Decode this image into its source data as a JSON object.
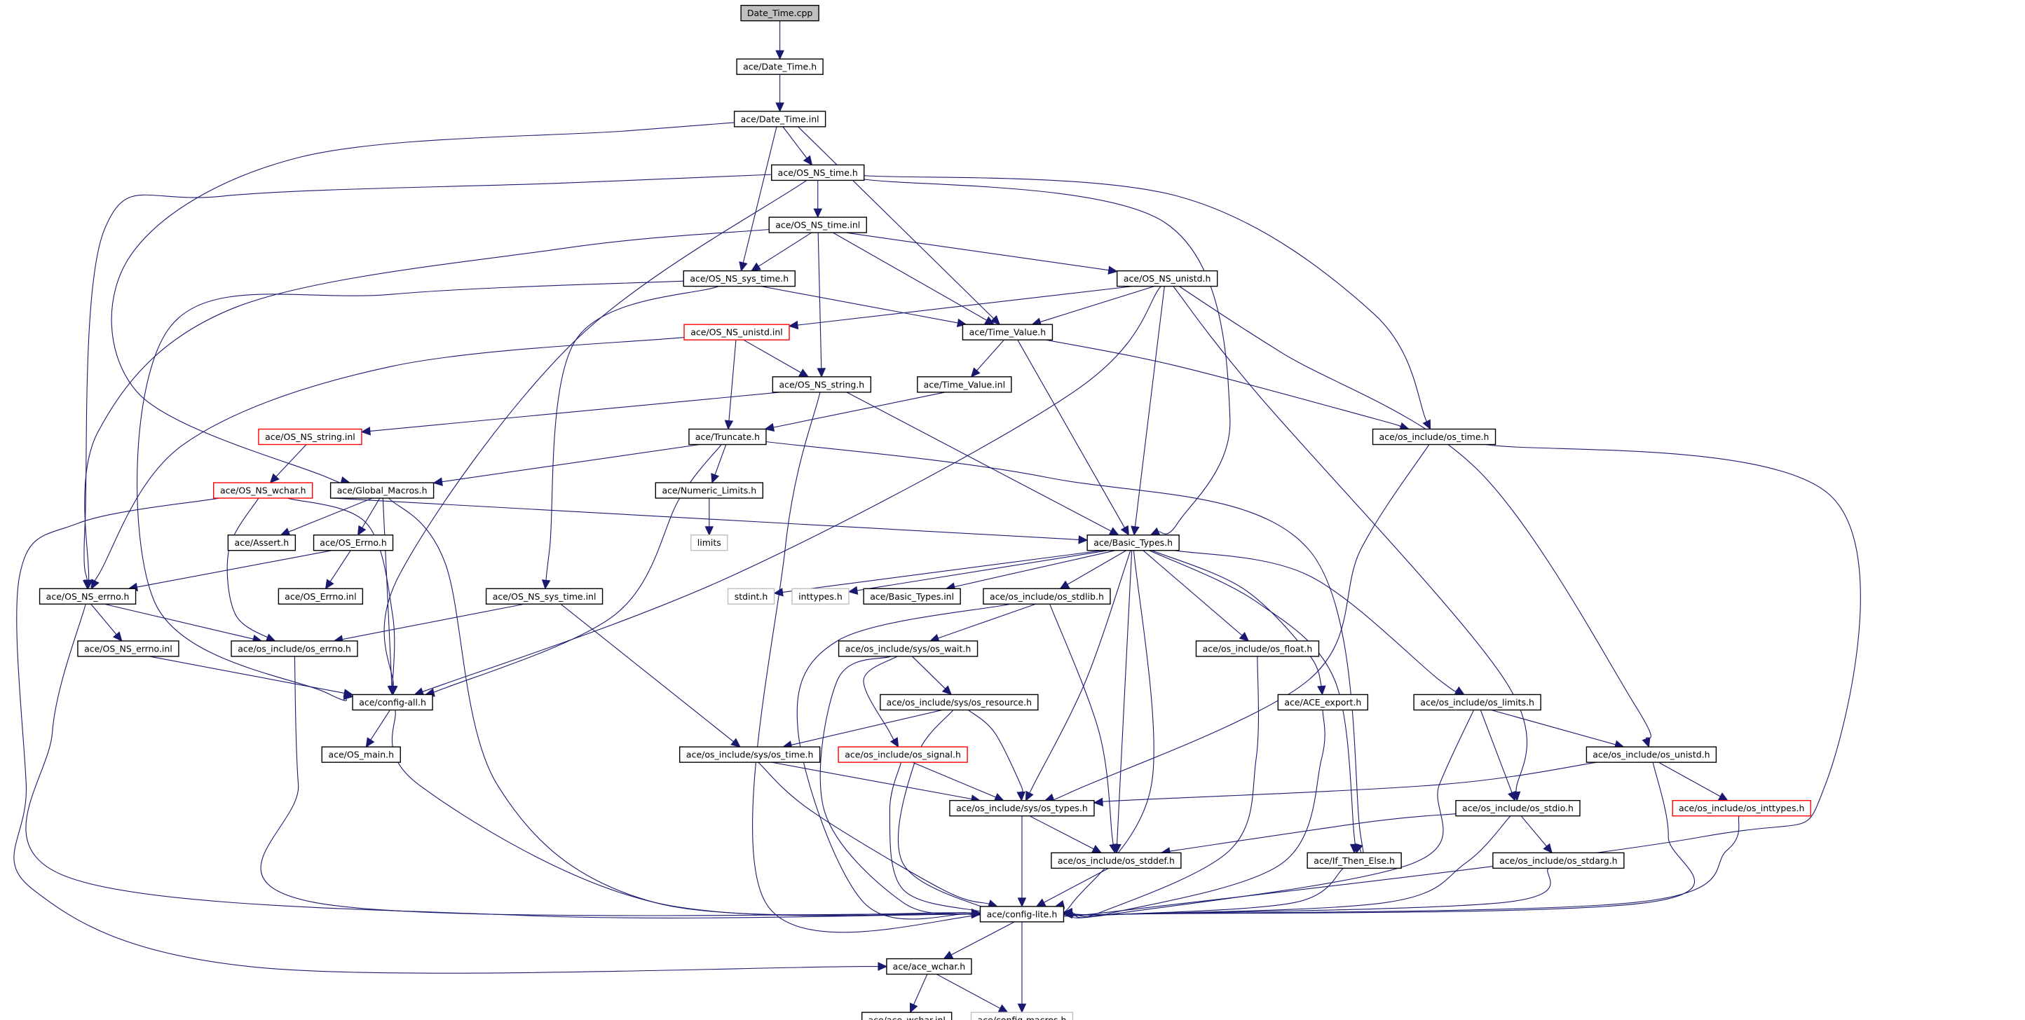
{
  "colors": {
    "edge": "#191970",
    "node_border": "#000000",
    "node_border_incomplete": "#ff0000",
    "node_border_external": "#bfbfbf",
    "root_fill": "#bfbfbf",
    "node_fill": "#ffffff"
  },
  "nodes": [
    {
      "id": "date_time_cpp",
      "label": "Date_Time.cpp",
      "kind": "root"
    },
    {
      "id": "date_time_h",
      "label": "ace/Date_Time.h",
      "kind": "normal"
    },
    {
      "id": "date_time_inl",
      "label": "ace/Date_Time.inl",
      "kind": "normal"
    },
    {
      "id": "os_ns_time_h",
      "label": "ace/OS_NS_time.h",
      "kind": "normal"
    },
    {
      "id": "os_ns_time_inl",
      "label": "ace/OS_NS_time.inl",
      "kind": "normal"
    },
    {
      "id": "os_ns_sys_time_h",
      "label": "ace/OS_NS_sys_time.h",
      "kind": "normal"
    },
    {
      "id": "os_ns_unistd_h",
      "label": "ace/OS_NS_unistd.h",
      "kind": "normal"
    },
    {
      "id": "os_ns_unistd_inl",
      "label": "ace/OS_NS_unistd.inl",
      "kind": "incomplete"
    },
    {
      "id": "time_value_h",
      "label": "ace/Time_Value.h",
      "kind": "normal"
    },
    {
      "id": "os_ns_string_h",
      "label": "ace/OS_NS_string.h",
      "kind": "normal"
    },
    {
      "id": "time_value_inl",
      "label": "ace/Time_Value.inl",
      "kind": "normal"
    },
    {
      "id": "os_ns_string_inl",
      "label": "ace/OS_NS_string.inl",
      "kind": "incomplete"
    },
    {
      "id": "truncate_h",
      "label": "ace/Truncate.h",
      "kind": "normal"
    },
    {
      "id": "os_include_os_time_h",
      "label": "ace/os_include/os_time.h",
      "kind": "normal"
    },
    {
      "id": "os_ns_wchar_h",
      "label": "ace/OS_NS_wchar.h",
      "kind": "incomplete"
    },
    {
      "id": "global_macros_h",
      "label": "ace/Global_Macros.h",
      "kind": "normal"
    },
    {
      "id": "numeric_limits_h",
      "label": "ace/Numeric_Limits.h",
      "kind": "normal"
    },
    {
      "id": "limits",
      "label": "limits",
      "kind": "external"
    },
    {
      "id": "assert_h",
      "label": "ace/Assert.h",
      "kind": "normal"
    },
    {
      "id": "os_errno_h",
      "label": "ace/OS_Errno.h",
      "kind": "normal"
    },
    {
      "id": "basic_types_h",
      "label": "ace/Basic_Types.h",
      "kind": "normal"
    },
    {
      "id": "os_ns_errno_h",
      "label": "ace/OS_NS_errno.h",
      "kind": "normal"
    },
    {
      "id": "os_errno_inl",
      "label": "ace/OS_Errno.inl",
      "kind": "normal"
    },
    {
      "id": "os_ns_sys_time_inl",
      "label": "ace/OS_NS_sys_time.inl",
      "kind": "normal"
    },
    {
      "id": "stdint_h",
      "label": "stdint.h",
      "kind": "external"
    },
    {
      "id": "inttypes_h",
      "label": "inttypes.h",
      "kind": "external"
    },
    {
      "id": "basic_types_inl",
      "label": "ace/Basic_Types.inl",
      "kind": "normal"
    },
    {
      "id": "os_stdlib_h",
      "label": "ace/os_include/os_stdlib.h",
      "kind": "normal"
    },
    {
      "id": "os_ns_errno_inl",
      "label": "ace/OS_NS_errno.inl",
      "kind": "normal"
    },
    {
      "id": "os_errno_inc_h",
      "label": "ace/os_include/os_errno.h",
      "kind": "normal"
    },
    {
      "id": "sys_os_wait_h",
      "label": "ace/os_include/sys/os_wait.h",
      "kind": "normal"
    },
    {
      "id": "os_float_h",
      "label": "ace/os_include/os_float.h",
      "kind": "normal"
    },
    {
      "id": "config_all_h",
      "label": "ace/config-all.h",
      "kind": "normal"
    },
    {
      "id": "sys_os_resource_h",
      "label": "ace/os_include/sys/os_resource.h",
      "kind": "normal"
    },
    {
      "id": "ace_export_h",
      "label": "ace/ACE_export.h",
      "kind": "normal"
    },
    {
      "id": "os_limits_h",
      "label": "ace/os_include/os_limits.h",
      "kind": "normal"
    },
    {
      "id": "os_main_h",
      "label": "ace/OS_main.h",
      "kind": "normal"
    },
    {
      "id": "sys_os_time_h",
      "label": "ace/os_include/sys/os_time.h",
      "kind": "normal"
    },
    {
      "id": "os_signal_h",
      "label": "ace/os_include/os_signal.h",
      "kind": "incomplete"
    },
    {
      "id": "os_unistd_h",
      "label": "ace/os_include/os_unistd.h",
      "kind": "normal"
    },
    {
      "id": "sys_os_types_h",
      "label": "ace/os_include/sys/os_types.h",
      "kind": "normal"
    },
    {
      "id": "os_stdio_h",
      "label": "ace/os_include/os_stdio.h",
      "kind": "normal"
    },
    {
      "id": "os_inttypes_h",
      "label": "ace/os_include/os_inttypes.h",
      "kind": "incomplete"
    },
    {
      "id": "os_stddef_h",
      "label": "ace/os_include/os_stddef.h",
      "kind": "normal"
    },
    {
      "id": "if_then_else_h",
      "label": "ace/If_Then_Else.h",
      "kind": "normal"
    },
    {
      "id": "os_stdarg_h",
      "label": "ace/os_include/os_stdarg.h",
      "kind": "normal"
    },
    {
      "id": "config_lite_h",
      "label": "ace/config-lite.h",
      "kind": "normal"
    },
    {
      "id": "ace_wchar_h",
      "label": "ace/ace_wchar.h",
      "kind": "normal"
    },
    {
      "id": "ace_wchar_inl",
      "label": "ace/ace_wchar.inl",
      "kind": "normal"
    },
    {
      "id": "config_macros_h",
      "label": "ace/config-macros.h",
      "kind": "external"
    }
  ],
  "edges": [
    [
      "date_time_cpp",
      "date_time_h"
    ],
    [
      "date_time_h",
      "date_time_inl"
    ],
    [
      "date_time_inl",
      "os_ns_time_h"
    ],
    [
      "date_time_inl",
      "os_ns_sys_time_h"
    ],
    [
      "date_time_inl",
      "time_value_h"
    ],
    [
      "date_time_inl",
      "global_macros_h"
    ],
    [
      "os_ns_time_h",
      "os_ns_time_inl"
    ],
    [
      "os_ns_time_h",
      "os_ns_errno_h"
    ],
    [
      "os_ns_time_h",
      "basic_types_h"
    ],
    [
      "os_ns_time_h",
      "os_include_os_time_h"
    ],
    [
      "os_ns_time_h",
      "config_all_h"
    ],
    [
      "os_ns_time_inl",
      "os_ns_sys_time_h"
    ],
    [
      "os_ns_time_inl",
      "os_ns_unistd_h"
    ],
    [
      "os_ns_time_inl",
      "time_value_h"
    ],
    [
      "os_ns_time_inl",
      "os_ns_string_h"
    ],
    [
      "os_ns_time_inl",
      "os_ns_errno_h"
    ],
    [
      "os_ns_sys_time_h",
      "time_value_h"
    ],
    [
      "os_ns_sys_time_h",
      "os_ns_sys_time_inl"
    ],
    [
      "os_ns_sys_time_h",
      "config_all_h"
    ],
    [
      "os_ns_unistd_h",
      "time_value_h"
    ],
    [
      "os_ns_unistd_h",
      "os_ns_unistd_inl"
    ],
    [
      "os_ns_unistd_h",
      "basic_types_h"
    ],
    [
      "os_ns_unistd_h",
      "os_unistd_h"
    ],
    [
      "os_ns_unistd_h",
      "os_stdio_h"
    ],
    [
      "os_ns_unistd_h",
      "config_all_h"
    ],
    [
      "os_ns_unistd_inl",
      "os_ns_string_h"
    ],
    [
      "os_ns_unistd_inl",
      "truncate_h"
    ],
    [
      "os_ns_unistd_inl",
      "os_ns_errno_h"
    ],
    [
      "time_value_h",
      "time_value_inl"
    ],
    [
      "time_value_h",
      "basic_types_h"
    ],
    [
      "time_value_h",
      "os_include_os_time_h"
    ],
    [
      "time_value_inl",
      "truncate_h"
    ],
    [
      "os_ns_string_h",
      "os_ns_string_inl"
    ],
    [
      "os_ns_string_h",
      "basic_types_h"
    ],
    [
      "os_ns_string_h",
      "config_lite_h"
    ],
    [
      "os_ns_string_inl",
      "os_ns_wchar_h"
    ],
    [
      "truncate_h",
      "numeric_limits_h"
    ],
    [
      "truncate_h",
      "global_macros_h"
    ],
    [
      "truncate_h",
      "if_then_else_h"
    ],
    [
      "truncate_h",
      "config_all_h"
    ],
    [
      "numeric_limits_h",
      "limits"
    ],
    [
      "os_include_os_time_h",
      "sys_os_types_h"
    ],
    [
      "os_include_os_time_h",
      "config_lite_h"
    ],
    [
      "os_ns_wchar_h",
      "basic_types_h"
    ],
    [
      "os_ns_wchar_h",
      "os_errno_inc_h"
    ],
    [
      "os_ns_wchar_h",
      "config_all_h"
    ],
    [
      "os_ns_wchar_h",
      "ace_wchar_h"
    ],
    [
      "global_macros_h",
      "assert_h"
    ],
    [
      "global_macros_h",
      "os_errno_h"
    ],
    [
      "global_macros_h",
      "config_all_h"
    ],
    [
      "global_macros_h",
      "config_lite_h"
    ],
    [
      "os_errno_h",
      "os_errno_inl"
    ],
    [
      "os_errno_h",
      "os_ns_errno_h"
    ],
    [
      "os_ns_errno_h",
      "os_ns_errno_inl"
    ],
    [
      "os_ns_errno_h",
      "os_errno_inc_h"
    ],
    [
      "os_ns_errno_h",
      "config_lite_h"
    ],
    [
      "os_ns_errno_inl",
      "config_all_h"
    ],
    [
      "os_ns_sys_time_inl",
      "os_errno_inc_h"
    ],
    [
      "os_ns_sys_time_inl",
      "sys_os_time_h"
    ],
    [
      "os_errno_inc_h",
      "config_lite_h"
    ],
    [
      "basic_types_h",
      "stdint_h"
    ],
    [
      "basic_types_h",
      "inttypes_h"
    ],
    [
      "basic_types_h",
      "basic_types_inl"
    ],
    [
      "basic_types_h",
      "os_stdlib_h"
    ],
    [
      "basic_types_h",
      "os_float_h"
    ],
    [
      "basic_types_h",
      "ace_export_h"
    ],
    [
      "basic_types_h",
      "os_limits_h"
    ],
    [
      "basic_types_h",
      "sys_os_types_h"
    ],
    [
      "basic_types_h",
      "os_stddef_h"
    ],
    [
      "basic_types_h",
      "config_lite_h"
    ],
    [
      "basic_types_h",
      "if_then_else_h"
    ],
    [
      "os_stdlib_h",
      "sys_os_wait_h"
    ],
    [
      "os_stdlib_h",
      "os_stddef_h"
    ],
    [
      "os_stdlib_h",
      "config_lite_h"
    ],
    [
      "sys_os_wait_h",
      "sys_os_resource_h"
    ],
    [
      "sys_os_wait_h",
      "os_signal_h"
    ],
    [
      "sys_os_wait_h",
      "config_lite_h"
    ],
    [
      "sys_os_resource_h",
      "sys_os_time_h"
    ],
    [
      "sys_os_resource_h",
      "sys_os_types_h"
    ],
    [
      "sys_os_resource_h",
      "config_lite_h"
    ],
    [
      "os_float_h",
      "config_lite_h"
    ],
    [
      "ace_export_h",
      "config_lite_h"
    ],
    [
      "os_limits_h",
      "os_unistd_h"
    ],
    [
      "os_limits_h",
      "os_stdio_h"
    ],
    [
      "os_limits_h",
      "config_lite_h"
    ],
    [
      "config_all_h",
      "os_main_h"
    ],
    [
      "config_all_h",
      "config_lite_h"
    ],
    [
      "sys_os_time_h",
      "sys_os_types_h"
    ],
    [
      "sys_os_time_h",
      "config_lite_h"
    ],
    [
      "os_signal_h",
      "sys_os_types_h"
    ],
    [
      "os_signal_h",
      "config_lite_h"
    ],
    [
      "os_unistd_h",
      "sys_os_types_h"
    ],
    [
      "os_unistd_h",
      "os_inttypes_h"
    ],
    [
      "os_unistd_h",
      "config_lite_h"
    ],
    [
      "sys_os_types_h",
      "os_stddef_h"
    ],
    [
      "sys_os_types_h",
      "config_lite_h"
    ],
    [
      "os_stdio_h",
      "os_stddef_h"
    ],
    [
      "os_stdio_h",
      "os_stdarg_h"
    ],
    [
      "os_stdio_h",
      "config_lite_h"
    ],
    [
      "os_inttypes_h",
      "config_lite_h"
    ],
    [
      "os_stddef_h",
      "config_lite_h"
    ],
    [
      "if_then_else_h",
      "config_lite_h"
    ],
    [
      "os_stdarg_h",
      "config_lite_h"
    ],
    [
      "config_lite_h",
      "ace_wchar_h"
    ],
    [
      "config_lite_h",
      "config_macros_h"
    ],
    [
      "ace_wchar_h",
      "ace_wchar_inl"
    ],
    [
      "ace_wchar_h",
      "config_macros_h"
    ]
  ]
}
